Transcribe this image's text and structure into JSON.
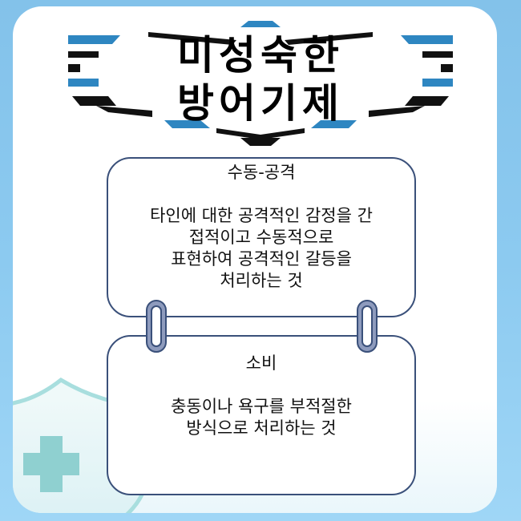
{
  "title": {
    "line1": "미성숙한",
    "line2": "방어기제"
  },
  "cards": [
    {
      "heading": "수동-공격",
      "body": "타인에 대한 공격적인 감정을 간\n접적이고 수동적으로\n표현하여 공격적인 갈등을\n처리하는 것"
    },
    {
      "heading": "소비",
      "body": "충동이나 욕구를 부적절한\n방식으로 처리하는 것"
    }
  ],
  "icons": {
    "decoration": "shield-plus-icon",
    "binder": "binder-ring-icon"
  },
  "colors": {
    "background": "#8ccaf0",
    "accent_blue": "#2e86c1",
    "stripe_dark": "#111111",
    "card_border": "#3a507a",
    "ring_fill": "#8e9bbd",
    "shield_teal": "#a8dede"
  }
}
